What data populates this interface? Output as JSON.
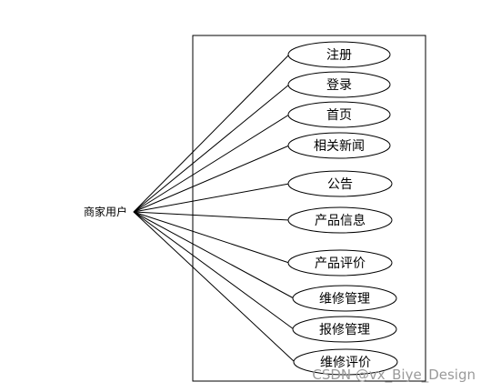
{
  "actor": {
    "label": "商家用户"
  },
  "use_cases": [
    {
      "label": "注册"
    },
    {
      "label": "登录"
    },
    {
      "label": "首页"
    },
    {
      "label": "相关新闻"
    },
    {
      "label": "公告"
    },
    {
      "label": "产品信息"
    },
    {
      "label": "产品评价"
    },
    {
      "label": "维修管理"
    },
    {
      "label": "报修管理"
    },
    {
      "label": "维修评价"
    }
  ],
  "watermark": "CSDN @vx_Biye_Design"
}
